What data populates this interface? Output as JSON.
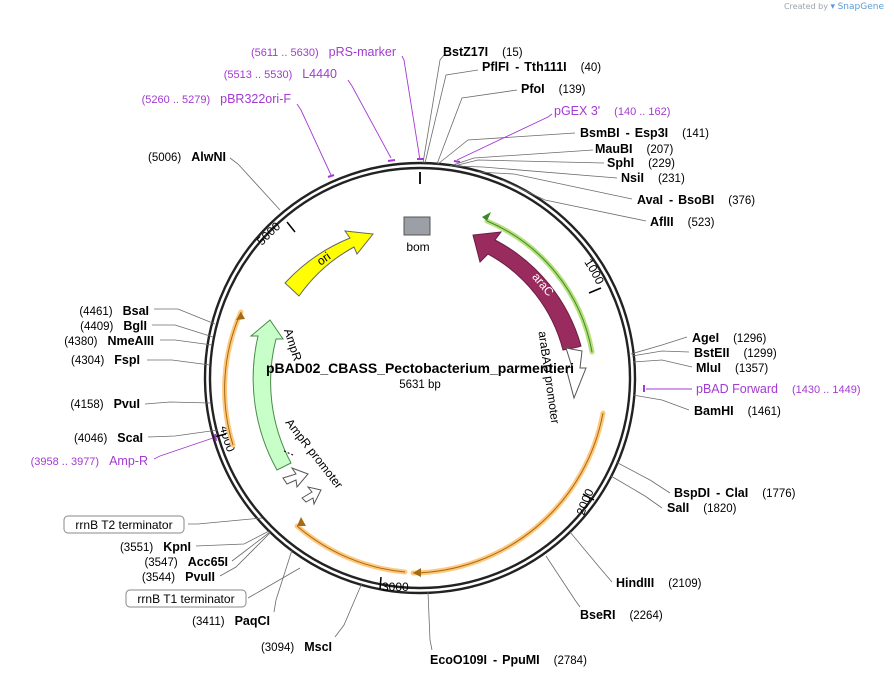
{
  "credit": {
    "created_by": "Created by",
    "brand": "SnapGene"
  },
  "plasmid": {
    "name": "pBAD02_CBASS_Pectobacterium_parmentieri",
    "length_label": "5631 bp",
    "length": 5631
  },
  "ticks": [
    "1000",
    "2000",
    "3000",
    "4000",
    "5000"
  ],
  "features": {
    "araC": "araC",
    "araBAD_promoter": "araBAD promoter",
    "bom": "bom",
    "ori": "ori",
    "AmpR": "AmpR",
    "AmpR_promoter": "AmpR promoter",
    "rrnB_T2": "rrnB T2 terminator",
    "rrnB_T1": "rrnB T1 terminator"
  },
  "enzymes": [
    {
      "id": "bstz17i",
      "name": "BstZ17I",
      "pos": "(15)"
    },
    {
      "id": "pflfi",
      "name": "PflFI",
      "sep": "-",
      "name2": "Tth111I",
      "pos": "(40)"
    },
    {
      "id": "pfoi",
      "name": "PfoI",
      "pos": "(139)"
    },
    {
      "id": "bsmbi",
      "name": "BsmBI",
      "sep": "-",
      "name2": "Esp3I",
      "pos": "(141)"
    },
    {
      "id": "maubi",
      "name": "MauBI",
      "pos": "(207)"
    },
    {
      "id": "sphi",
      "name": "SphI",
      "pos": "(229)"
    },
    {
      "id": "nsii",
      "name": "NsiI",
      "pos": "(231)"
    },
    {
      "id": "avai",
      "name": "AvaI",
      "sep": "-",
      "name2": "BsoBI",
      "pos": "(376)"
    },
    {
      "id": "aflii",
      "name": "AflII",
      "pos": "(523)"
    },
    {
      "id": "agei",
      "name": "AgeI",
      "pos": "(1296)"
    },
    {
      "id": "bsteii",
      "name": "BstEII",
      "pos": "(1299)"
    },
    {
      "id": "mlui",
      "name": "MluI",
      "pos": "(1357)"
    },
    {
      "id": "bamhi",
      "name": "BamHI",
      "pos": "(1461)"
    },
    {
      "id": "bspdi",
      "name": "BspDI",
      "sep": "-",
      "name2": "ClaI",
      "pos": "(1776)"
    },
    {
      "id": "sali",
      "name": "SalI",
      "pos": "(1820)"
    },
    {
      "id": "hindiii",
      "name": "HindIII",
      "pos": "(2109)"
    },
    {
      "id": "bseri",
      "name": "BseRI",
      "pos": "(2264)"
    },
    {
      "id": "ecoo109i",
      "name": "EcoO109I",
      "sep": "-",
      "name2": "PpuMI",
      "pos": "(2784)"
    },
    {
      "id": "msci",
      "name": "MscI",
      "pos": "(3094)"
    },
    {
      "id": "paqci",
      "name": "PaqCI",
      "pos": "(3411)"
    },
    {
      "id": "pvuii",
      "name": "PvuII",
      "pos": "(3544)"
    },
    {
      "id": "acc65i",
      "name": "Acc65I",
      "pos": "(3547)"
    },
    {
      "id": "kpni",
      "name": "KpnI",
      "pos": "(3551)"
    },
    {
      "id": "scai",
      "name": "ScaI",
      "pos": "(4046)"
    },
    {
      "id": "pvui",
      "name": "PvuI",
      "pos": "(4158)"
    },
    {
      "id": "fspi",
      "name": "FspI",
      "pos": "(4304)"
    },
    {
      "id": "nmeaiii",
      "name": "NmeAIII",
      "pos": "(4380)"
    },
    {
      "id": "bgli",
      "name": "BglI",
      "pos": "(4409)"
    },
    {
      "id": "bsai",
      "name": "BsaI",
      "pos": "(4461)"
    },
    {
      "id": "alwni",
      "name": "AlwNI",
      "pos": "(5006)"
    }
  ],
  "primers": [
    {
      "id": "prs",
      "range": "(5611 .. 5630)",
      "name": "pRS-marker"
    },
    {
      "id": "l4440",
      "range": "(5513 .. 5530)",
      "name": "L4440"
    },
    {
      "id": "pbr322",
      "range": "(5260 .. 5279)",
      "name": "pBR322ori-F"
    },
    {
      "id": "pgex",
      "name": "pGEX 3'",
      "range": "(140 .. 162)"
    },
    {
      "id": "pbad",
      "name": "pBAD Forward",
      "range": "(1430 .. 1449)"
    },
    {
      "id": "ampr",
      "range": "(3958 .. 3977)",
      "name": "Amp-R"
    }
  ],
  "colors": {
    "backbone": "#222222",
    "araC": "#9a2b5e",
    "ori": "#ffff00",
    "AmpR": "#c8ffc8",
    "bom": "#9aa0a6",
    "primer": "#a33ad1",
    "orf_yellow": "#ffc87c",
    "orf_green": "#b8e07a"
  }
}
